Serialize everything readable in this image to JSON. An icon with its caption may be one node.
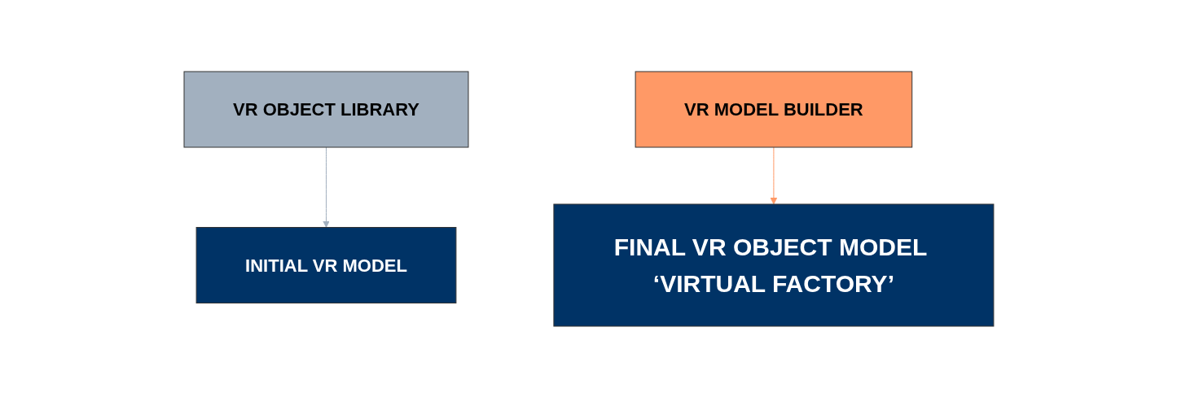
{
  "diagram": {
    "nodes": [
      {
        "text": [
          "VR OBJECT LIBRARY"
        ]
      },
      {
        "text": [
          "VR MODEL BUILDER"
        ]
      },
      {
        "text": [
          "INITIAL VR MODEL"
        ]
      },
      {
        "text": [
          "FINAL VR OBJECT MODEL ‘VIRTUAL FACTORY’"
        ]
      }
    ],
    "edges": [
      {
        "from": 0,
        "to": 2,
        "arrow": "to",
        "color": "#a2b0bf"
      },
      {
        "from": 1,
        "to": 3,
        "arrow": "to",
        "color": "#ff9966"
      }
    ]
  }
}
